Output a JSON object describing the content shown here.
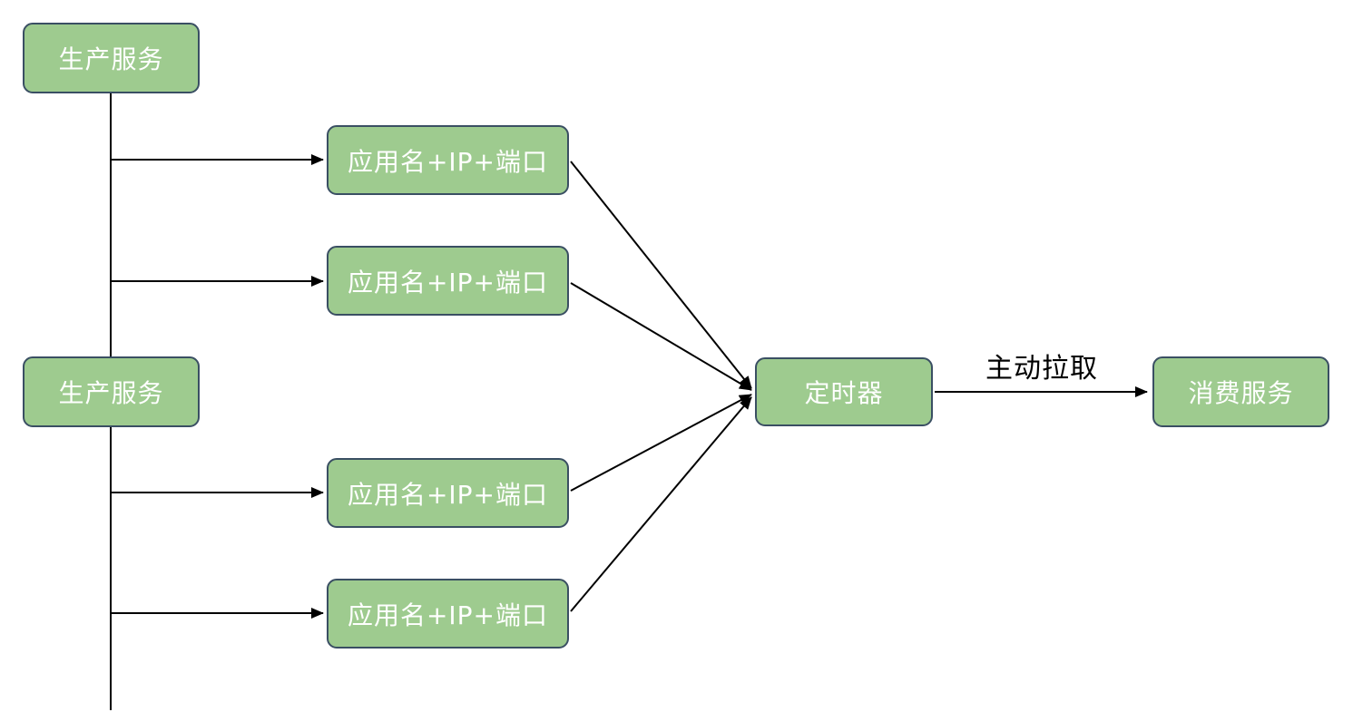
{
  "diagram": {
    "nodes": {
      "producer1": {
        "label": "生产服务"
      },
      "producer2": {
        "label": "生产服务"
      },
      "app1": {
        "label": "应用名+IP+端口"
      },
      "app2": {
        "label": "应用名+IP+端口"
      },
      "app3": {
        "label": "应用名+IP+端口"
      },
      "app4": {
        "label": "应用名+IP+端口"
      },
      "timer": {
        "label": "定时器"
      },
      "consumer": {
        "label": "消费服务"
      }
    },
    "edge_labels": {
      "pull": "主动拉取"
    },
    "edges": [
      {
        "from": "producer1",
        "to": "app1"
      },
      {
        "from": "producer1",
        "to": "app2"
      },
      {
        "from": "producer2",
        "to": "app3"
      },
      {
        "from": "producer2",
        "to": "app4"
      },
      {
        "from": "app1",
        "to": "timer"
      },
      {
        "from": "app2",
        "to": "timer"
      },
      {
        "from": "app3",
        "to": "timer"
      },
      {
        "from": "app4",
        "to": "timer"
      },
      {
        "from": "timer",
        "to": "consumer",
        "label": "主动拉取"
      }
    ],
    "colors": {
      "node_fill": "#9ecb8f",
      "node_border": "#3a4f63",
      "node_text": "#ffffff",
      "edge_stroke": "#000000",
      "edge_label_text": "#000000",
      "background": "#ffffff"
    }
  }
}
